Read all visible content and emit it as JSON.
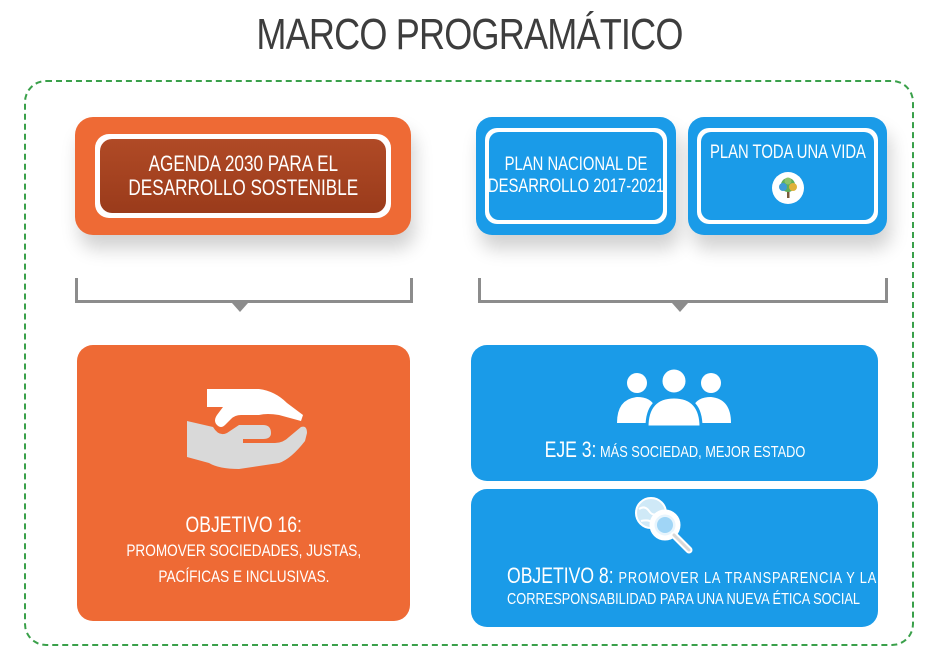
{
  "title": "MARCO PROGRAMÁTICO",
  "agenda": {
    "line1": "AGENDA 2030 PARA EL",
    "line2": "DESARROLLO SOSTENIBLE"
  },
  "plan_nacional": {
    "line1": "PLAN NACIONAL DE",
    "line2": "DESARROLLO 2017-2021"
  },
  "plan_vida": {
    "label": "PLAN TODA UNA VIDA"
  },
  "objetivo16": {
    "heading": "OBJETIVO 16:",
    "line1": "PROMOVER SOCIEDADES, JUSTAS,",
    "line2": "PACÍFICAS E INCLUSIVAS."
  },
  "eje3": {
    "prefix": "EJE 3:",
    "text": "MÁS SOCIEDAD, MEJOR ESTADO"
  },
  "objetivo8": {
    "prefix": "OBJETIVO 8:",
    "line1": "PROMOVER LA TRANSPARENCIA Y LA",
    "line2": "CORRESPONSABILIDAD PARA UNA NUEVA ÉTICA SOCIAL"
  },
  "colors": {
    "orange": "#ee6a35",
    "dark_orange": "#9a3b1b",
    "blue": "#1a9be8",
    "frame_green": "#3aa04a",
    "bracket_gray": "#8c8c8c"
  },
  "icons": [
    "handshake-icon",
    "people-group-icon",
    "globe-search-icon",
    "tree-logo-icon"
  ]
}
